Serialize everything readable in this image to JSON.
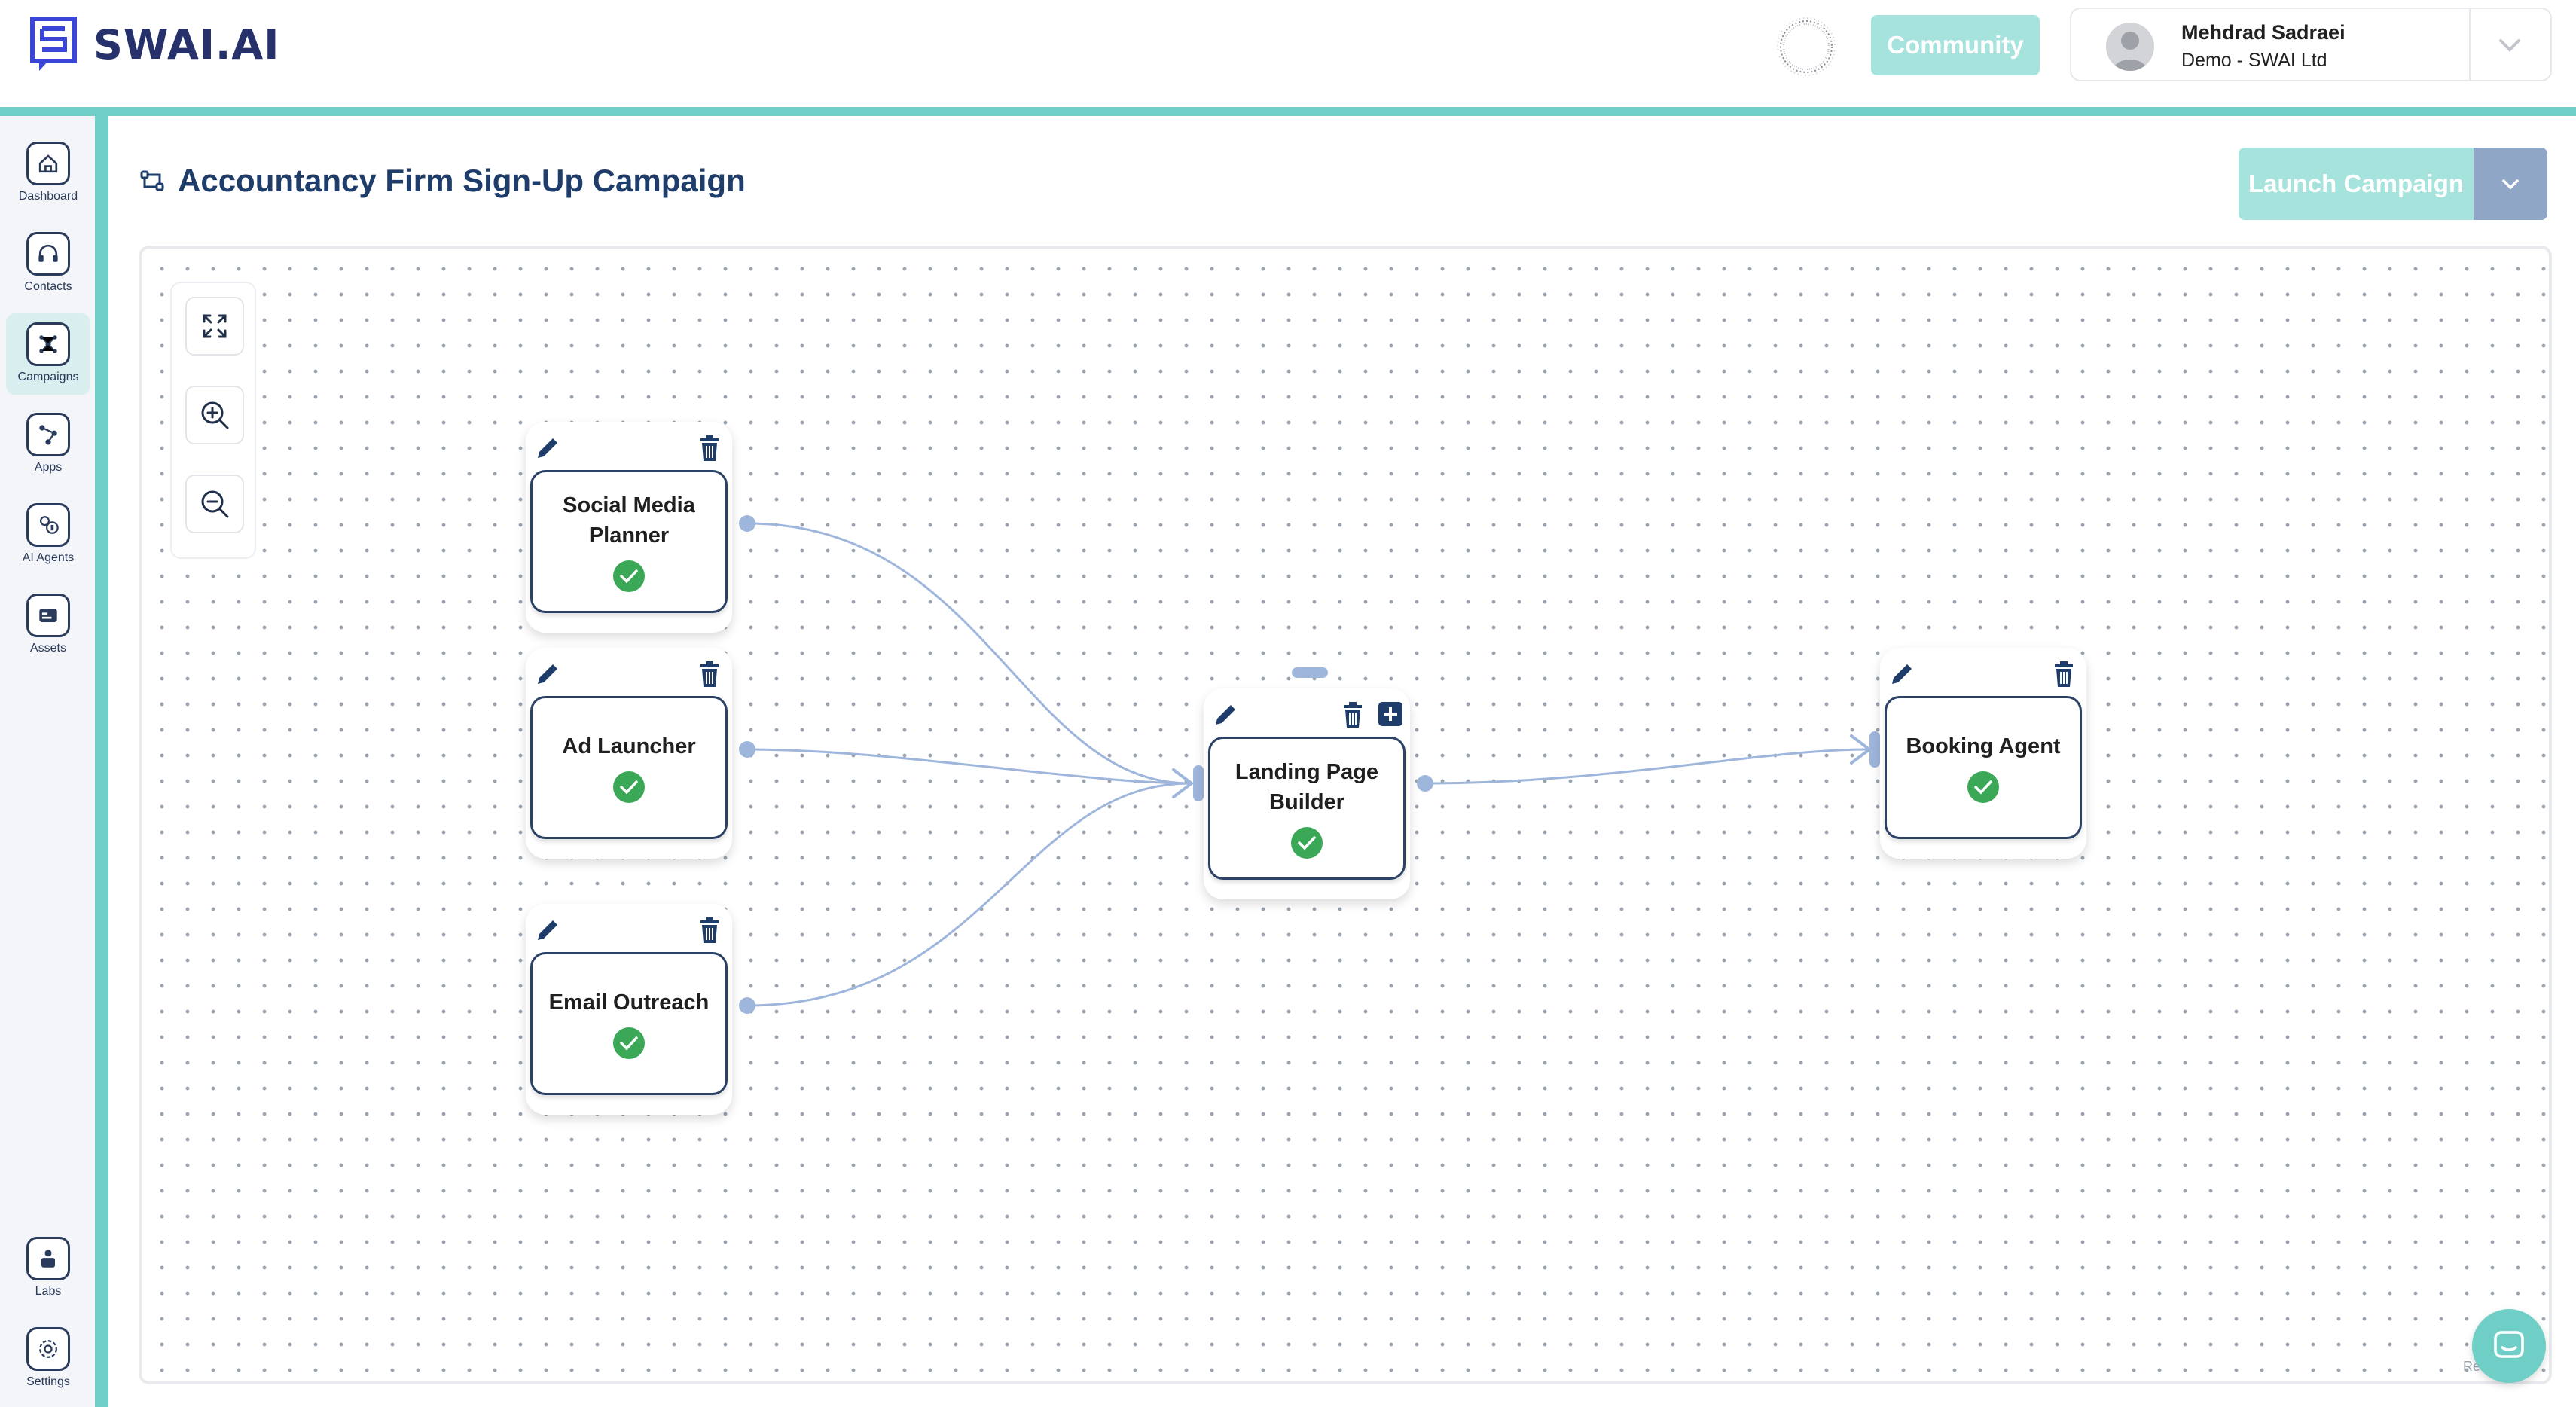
{
  "brand": {
    "name": "SWAI.AI",
    "logo_icon": "swai-logo-icon"
  },
  "header": {
    "community_label": "Community",
    "user": {
      "name": "Mehdrad Sadraei",
      "org": "Demo - SWAI Ltd"
    },
    "colors": {
      "community_bg": "#a6e3dd",
      "accent": "#6fcfc6"
    }
  },
  "sidebar": {
    "items": [
      {
        "label": "Dashboard",
        "icon": "home-icon"
      },
      {
        "label": "Contacts",
        "icon": "headset-icon"
      },
      {
        "label": "Campaigns",
        "icon": "campaign-icon",
        "active": true
      },
      {
        "label": "Apps",
        "icon": "flow-icon"
      },
      {
        "label": "AI Agents",
        "icon": "agents-icon"
      },
      {
        "label": "Assets",
        "icon": "assets-icon"
      },
      {
        "label": "Labs",
        "icon": "labs-icon"
      },
      {
        "label": "Settings",
        "icon": "gear-icon"
      }
    ]
  },
  "page": {
    "title": "Accountancy Firm Sign-Up Campaign",
    "launch_label": "Launch Campaign"
  },
  "flow": {
    "nodes": [
      {
        "title": "Social Media Planner",
        "status": "complete"
      },
      {
        "title": "Ad Launcher",
        "status": "complete"
      },
      {
        "title": "Email Outreach",
        "status": "complete"
      },
      {
        "title": "Landing Page Builder",
        "status": "complete"
      },
      {
        "title": "Booking Agent",
        "status": "complete"
      }
    ],
    "edges": [
      {
        "from": "Social Media Planner",
        "to": "Landing Page Builder"
      },
      {
        "from": "Ad Launcher",
        "to": "Landing Page Builder"
      },
      {
        "from": "Email Outreach",
        "to": "Landing Page Builder"
      },
      {
        "from": "Landing Page Builder",
        "to": "Booking Agent"
      }
    ]
  },
  "attribution": "Re"
}
